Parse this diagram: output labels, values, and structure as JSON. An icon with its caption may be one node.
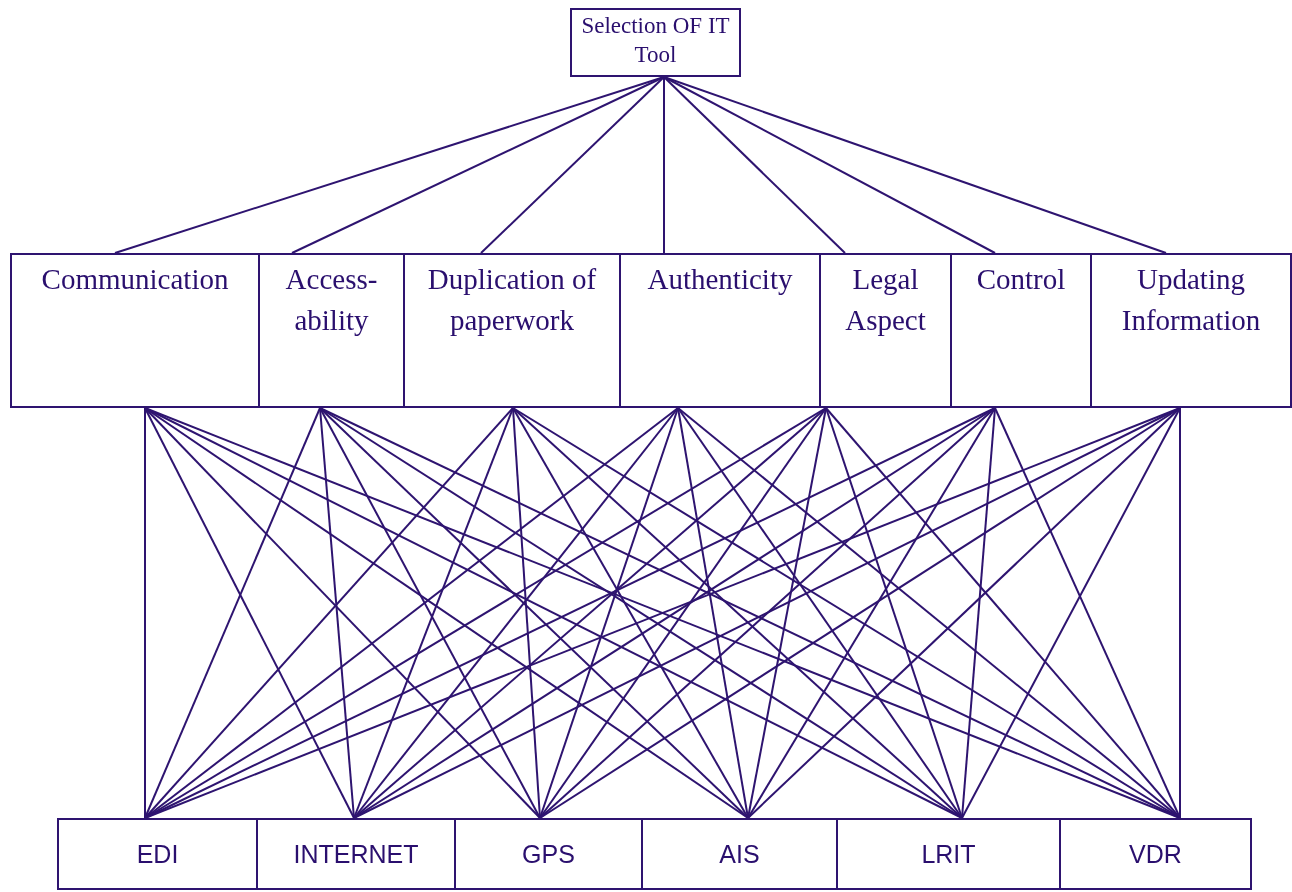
{
  "diagram": {
    "nodes": [
      {
        "text": [
          "Selection OF IT Tool"
        ]
      },
      {
        "text": [
          "Communication"
        ]
      },
      {
        "text": [
          "Access-ability"
        ]
      },
      {
        "text": [
          "Duplication of paperwork"
        ]
      },
      {
        "text": [
          "Authenticity"
        ]
      },
      {
        "text": [
          "Legal Aspect"
        ]
      },
      {
        "text": [
          "Control"
        ]
      },
      {
        "text": [
          "Updating Information"
        ]
      },
      {
        "text": [
          "EDI"
        ]
      },
      {
        "text": [
          "INTERNET"
        ]
      },
      {
        "text": [
          "GPS"
        ]
      },
      {
        "text": [
          "AIS"
        ]
      },
      {
        "text": [
          "LRIT"
        ]
      },
      {
        "text": [
          "VDR"
        ]
      }
    ],
    "edges": [
      {
        "from": 0,
        "to": 1,
        "arrow": "none"
      },
      {
        "from": 0,
        "to": 2,
        "arrow": "none"
      },
      {
        "from": 0,
        "to": 3,
        "arrow": "none"
      },
      {
        "from": 0,
        "to": 4,
        "arrow": "none"
      },
      {
        "from": 0,
        "to": 5,
        "arrow": "none"
      },
      {
        "from": 0,
        "to": 6,
        "arrow": "none"
      },
      {
        "from": 0,
        "to": 7,
        "arrow": "none"
      },
      {
        "from": 1,
        "to": 8,
        "arrow": "none"
      },
      {
        "from": 1,
        "to": 9,
        "arrow": "none"
      },
      {
        "from": 1,
        "to": 10,
        "arrow": "none"
      },
      {
        "from": 1,
        "to": 11,
        "arrow": "none"
      },
      {
        "from": 1,
        "to": 12,
        "arrow": "none"
      },
      {
        "from": 1,
        "to": 13,
        "arrow": "none"
      },
      {
        "from": 2,
        "to": 8,
        "arrow": "none"
      },
      {
        "from": 2,
        "to": 9,
        "arrow": "none"
      },
      {
        "from": 2,
        "to": 10,
        "arrow": "none"
      },
      {
        "from": 2,
        "to": 11,
        "arrow": "none"
      },
      {
        "from": 2,
        "to": 12,
        "arrow": "none"
      },
      {
        "from": 2,
        "to": 13,
        "arrow": "none"
      },
      {
        "from": 3,
        "to": 8,
        "arrow": "none"
      },
      {
        "from": 3,
        "to": 9,
        "arrow": "none"
      },
      {
        "from": 3,
        "to": 10,
        "arrow": "none"
      },
      {
        "from": 3,
        "to": 11,
        "arrow": "none"
      },
      {
        "from": 3,
        "to": 12,
        "arrow": "none"
      },
      {
        "from": 3,
        "to": 13,
        "arrow": "none"
      },
      {
        "from": 4,
        "to": 8,
        "arrow": "none"
      },
      {
        "from": 4,
        "to": 9,
        "arrow": "none"
      },
      {
        "from": 4,
        "to": 10,
        "arrow": "none"
      },
      {
        "from": 4,
        "to": 11,
        "arrow": "none"
      },
      {
        "from": 4,
        "to": 12,
        "arrow": "none"
      },
      {
        "from": 4,
        "to": 13,
        "arrow": "none"
      },
      {
        "from": 5,
        "to": 8,
        "arrow": "none"
      },
      {
        "from": 5,
        "to": 9,
        "arrow": "none"
      },
      {
        "from": 5,
        "to": 10,
        "arrow": "none"
      },
      {
        "from": 5,
        "to": 11,
        "arrow": "none"
      },
      {
        "from": 5,
        "to": 12,
        "arrow": "none"
      },
      {
        "from": 5,
        "to": 13,
        "arrow": "none"
      },
      {
        "from": 6,
        "to": 8,
        "arrow": "none"
      },
      {
        "from": 6,
        "to": 9,
        "arrow": "none"
      },
      {
        "from": 6,
        "to": 10,
        "arrow": "none"
      },
      {
        "from": 6,
        "to": 11,
        "arrow": "none"
      },
      {
        "from": 6,
        "to": 12,
        "arrow": "none"
      },
      {
        "from": 6,
        "to": 13,
        "arrow": "none"
      },
      {
        "from": 7,
        "to": 8,
        "arrow": "none"
      },
      {
        "from": 7,
        "to": 9,
        "arrow": "none"
      },
      {
        "from": 7,
        "to": 10,
        "arrow": "none"
      },
      {
        "from": 7,
        "to": 11,
        "arrow": "none"
      },
      {
        "from": 7,
        "to": 12,
        "arrow": "none"
      },
      {
        "from": 7,
        "to": 13,
        "arrow": "none"
      }
    ]
  }
}
